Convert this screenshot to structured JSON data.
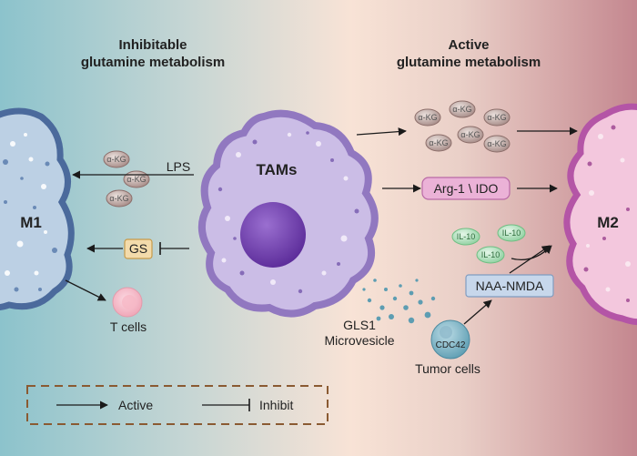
{
  "titles": {
    "left_line1": "Inhibitable",
    "left_line2": "glutamine metabolism",
    "right_line1": "Active",
    "right_line2": "glutamine metabolism"
  },
  "cells": {
    "m1": "M1",
    "tams": "TAMs",
    "m2": "M2",
    "t_cells": "T cells",
    "tumor_cells": "Tumor cells"
  },
  "labels": {
    "lps": "LPS",
    "gs": "GS",
    "akg": "α-KG",
    "arg1_ido": "Arg-1 \\ IDO",
    "il10": "IL-10",
    "naa_nmda": "NAA-NMDA",
    "gls1_line1": "GLS1",
    "gls1_line2": "Microvesicle",
    "cdc42": "CDC42"
  },
  "legend": {
    "active": "Active",
    "inhibit": "Inhibit"
  },
  "colors": {
    "bg_left": "#8cc3cc",
    "bg_mid": "#f8e3d6",
    "bg_right": "#c4878f",
    "m1_border": "#4b6a9c",
    "m1_fill": "#bcd0e4",
    "tam_border": "#9178c0",
    "tam_fill": "#cbbde6",
    "nucleus": "#6a38a8",
    "m2_border": "#b455a6",
    "m2_fill": "#f3c7dd",
    "akg": "#b49a96",
    "gs_fill": "#f3dbab",
    "arg_fill": "#ebb2d7",
    "il10": "#a9dcb4",
    "naa_fill": "#c7d7eb",
    "legend_border": "#8a5a32"
  }
}
